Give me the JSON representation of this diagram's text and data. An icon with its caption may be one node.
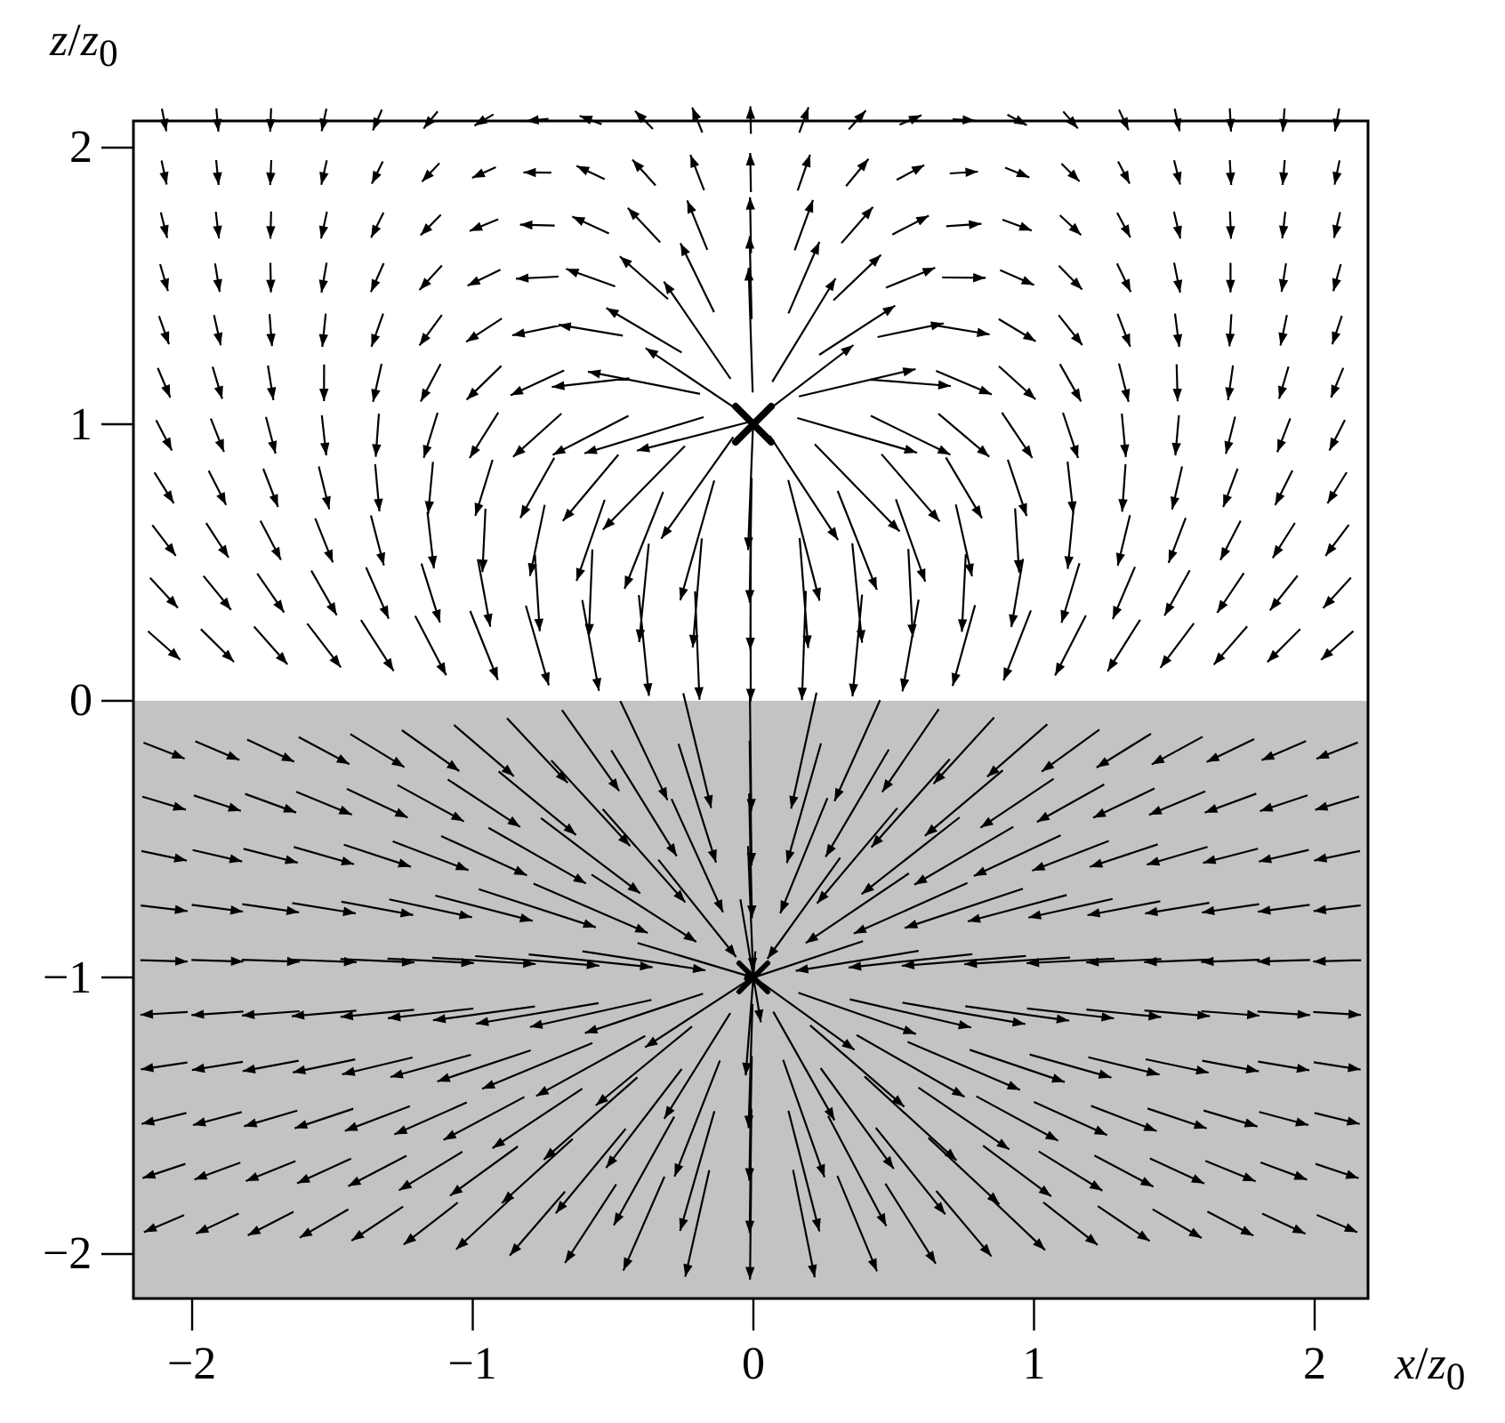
{
  "diagram": {
    "labels": [
      "*z*/*z*$_{0}$",
      "2",
      "1",
      "0",
      "−1",
      "−2",
      "−2",
      "−1",
      "0",
      "1",
      "2",
      "*x*/*z*$_{0}$"
    ]
  }
}
